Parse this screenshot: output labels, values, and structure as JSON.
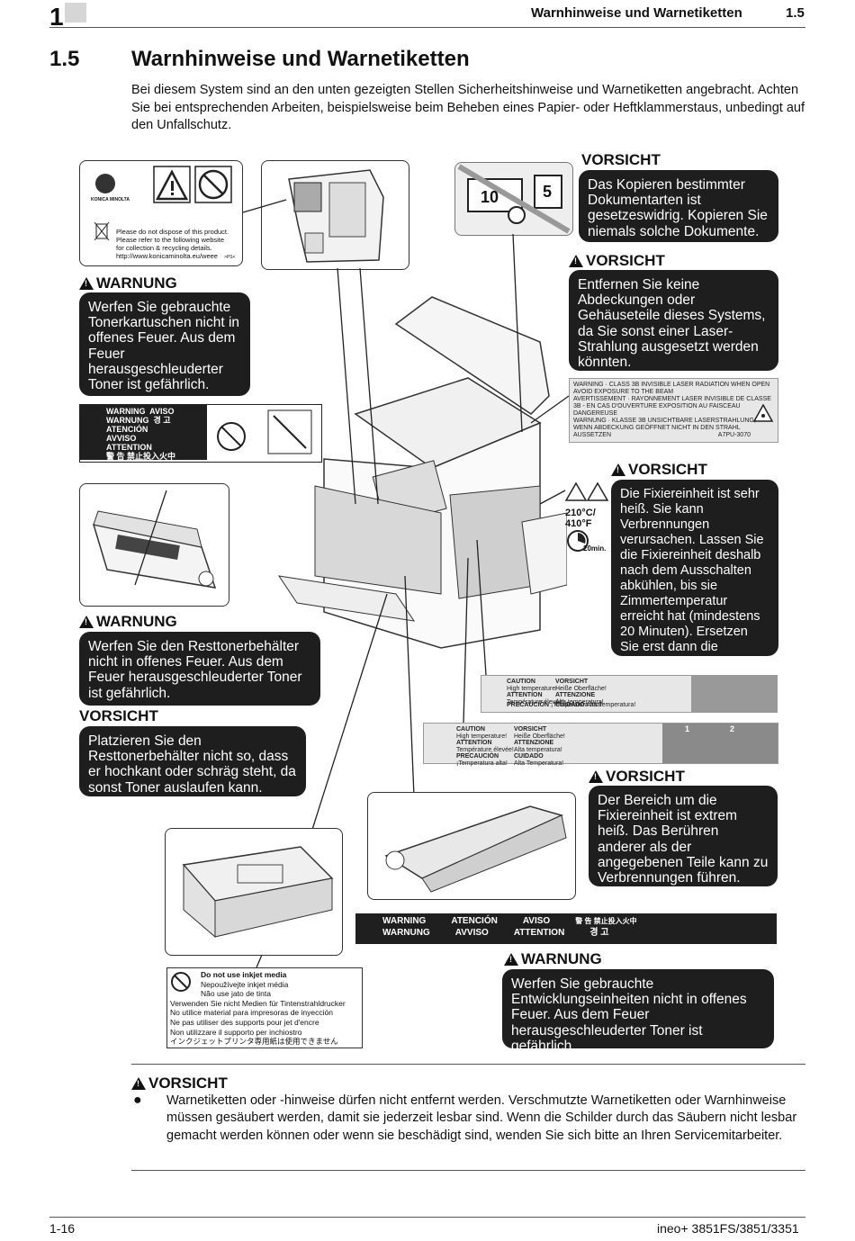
{
  "header": {
    "chapter": "1",
    "title": "Warnhinweise und Warnetiketten",
    "section": "1.5"
  },
  "heading": {
    "number": "1.5",
    "title": "Warnhinweise und Warnetiketten"
  },
  "intro": "Bei diesem System sind an den unten gezeigten Stellen Sicherheitshinweise und Warnetiketten angebracht. Achten Sie bei entsprechenden Arbeiten, beispielsweise beim Beheben eines Papier- oder Heftklammerstaus, unbedingt auf den Unfallschutz.",
  "label_top_left": {
    "brand": "KONICA MINOLTA",
    "text": [
      "Please do not dispose of this product.",
      "Please refer to the following website",
      "for collection & recycling details.",
      "http://www.konicaminolta.eu/weee"
    ],
    "code": ">PS<"
  },
  "copy_notice": {
    "numbers": [
      "10",
      "5"
    ]
  },
  "callouts": {
    "vorsicht_copy": {
      "heading": "VORSICHT",
      "text": "Das Kopieren bestimmter Dokumentarten ist gesetzeswidrig. Kopieren Sie niemals solche Dokumente."
    },
    "vorsicht_laser": {
      "heading": "VORSICHT",
      "text": "Entfernen Sie keine Abdeckungen oder Gehäuseteile dieses Systems, da Sie sonst einer Laser-Strahlung ausgesetzt werden könnten."
    },
    "warnung_toner": {
      "heading": "WARNUNG",
      "text": "Werfen Sie gebrauchte Tonerkartuschen nicht in offenes Feuer. Aus dem Feuer herausgeschleuderter Toner ist gefährlich."
    },
    "vorsicht_fuser": {
      "heading": "VORSICHT",
      "text": "Die Fixiereinheit ist sehr heiß. Sie kann Verbrennungen verursachen. Lassen Sie die Fixiereinheit deshalb nach dem Ausschalten abkühlen, bis sie Zimmertemperatur erreicht hat (mindestens 20 Minuten). Ersetzen Sie erst dann die Fixiereinheit."
    },
    "warnung_resttoner": {
      "heading": "WARNUNG",
      "text": "Werfen Sie den Resttonerbehälter nicht in offenes Feuer. Aus dem Feuer herausgeschleuderter Toner ist gefährlich."
    },
    "vorsicht_resttoner": {
      "heading": "VORSICHT",
      "text": "Platzieren Sie den Resttonerbehälter nicht so, dass er hochkant oder schräg steht, da sonst Toner auslaufen kann."
    },
    "vorsicht_bereich": {
      "heading": "VORSICHT",
      "text": "Der Bereich um die Fixiereinheit ist extrem heiß. Das Berühren anderer als der angegebenen Teile kann zu Verbrennungen führen."
    },
    "warnung_entwicklung": {
      "heading": "WARNUNG",
      "text": "Werfen Sie gebrauchte Entwicklungseinheiten nicht in offenes Feuer. Aus dem Feuer herausgeschleuderter Toner ist gefährlich."
    }
  },
  "laser_label": {
    "lines": [
      "WARNING · CLASS 3B INVISIBLE LASER RADIATION WHEN OPEN AVOID EXPOSURE TO THE BEAM",
      "AVERTISSEMENT · RAYONNEMENT LASER INVISIBLE DE CLASSE 3B - EN CAS D'OUVERTURE EXPOSITION AU FAISCEAU DANGEREUSE",
      "WARNUNG · KLASSE 3B UNSICHTBARE LASERSTRAHLUNG, WENN ABDECKUNG GEÖFFNET NICHT IN DEN STRAHL AUSSETZEN"
    ],
    "code": "A7PU-3070"
  },
  "toner_label": {
    "items": [
      "WARNING",
      "AVISO",
      "WARNUNG",
      "경 고",
      "ATENCIÓN",
      "AVVISO",
      "ATTENTION",
      "警 告 禁止投入火中"
    ]
  },
  "fuser_temp": {
    "celsius": "210°C/",
    "fahrenheit": "410°F",
    "minutes": "20min."
  },
  "hot_label_1": {
    "items": [
      "CAUTION",
      "High temperature!",
      "ATTENTION",
      "Température élevée!",
      "PRECAUCIÓN",
      "¡Temperatura alta!",
      "VORSICHT",
      "Heiße Oberfläche!",
      "ATTENZIONE",
      "Alta temperatura!",
      "CUIDADO",
      "Alta Temperatura!"
    ]
  },
  "hot_label_2": {
    "items": [
      "CAUTION",
      "High temperature!",
      "ATTENTION",
      "Température élevée!",
      "PRECAUCIÓN",
      "¡Temperatura alta!",
      "VORSICHT",
      "Heiße Oberfläche!",
      "ATTENZIONE",
      "Alta temperatura!",
      "CUIDADO",
      "Alta Temperatura!"
    ],
    "steps": [
      "1",
      "2"
    ]
  },
  "dev_label": {
    "items": [
      "WARNING",
      "ATENCIÓN",
      "AVISO",
      "警 告 禁止投入火中",
      "WARNUNG",
      "AVVISO",
      "ATTENTION",
      "경 고"
    ]
  },
  "inkjet_label": {
    "lines": [
      "Do not use inkjet media",
      "Nepoužívejte inkjet média",
      "Não use jato de tinta",
      "Verwenden Sie nicht Medien für Tintenstrahldrucker",
      "No utilice material para impresoras de inyección",
      "Ne pas utiliser des supports pour jet d'encre",
      "Non utilizzare il supporto per inchiostro",
      "インクジェットプリンタ専用紙は使用できません"
    ]
  },
  "bottom_caution": {
    "heading": "VORSICHT",
    "text": "Warnetiketten oder -hinweise dürfen nicht entfernt werden. Verschmutzte Warnetiketten oder Warnhinweise müssen gesäubert werden, damit sie jederzeit lesbar sind. Wenn die Schilder durch das Säubern nicht lesbar gemacht werden können oder wenn sie beschädigt sind, wenden Sie sich bitte an Ihren Servicemitarbeiter."
  },
  "footer": {
    "page": "1-16",
    "product": "ineo+ 3851FS/3851/3351"
  }
}
